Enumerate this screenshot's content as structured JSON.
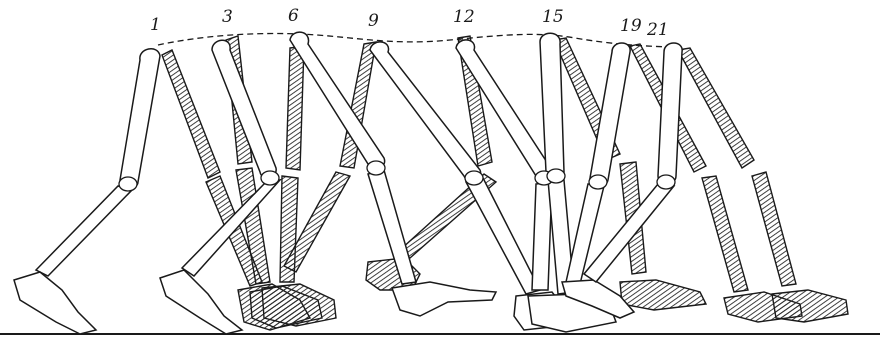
{
  "figure": {
    "frame_labels": [
      "1",
      "3",
      "6",
      "9",
      "12",
      "15",
      "19",
      "21"
    ],
    "colors": {
      "ink": "#1a1a1a",
      "paper": "#ffffff",
      "hatch": "#2a2a2a"
    }
  }
}
